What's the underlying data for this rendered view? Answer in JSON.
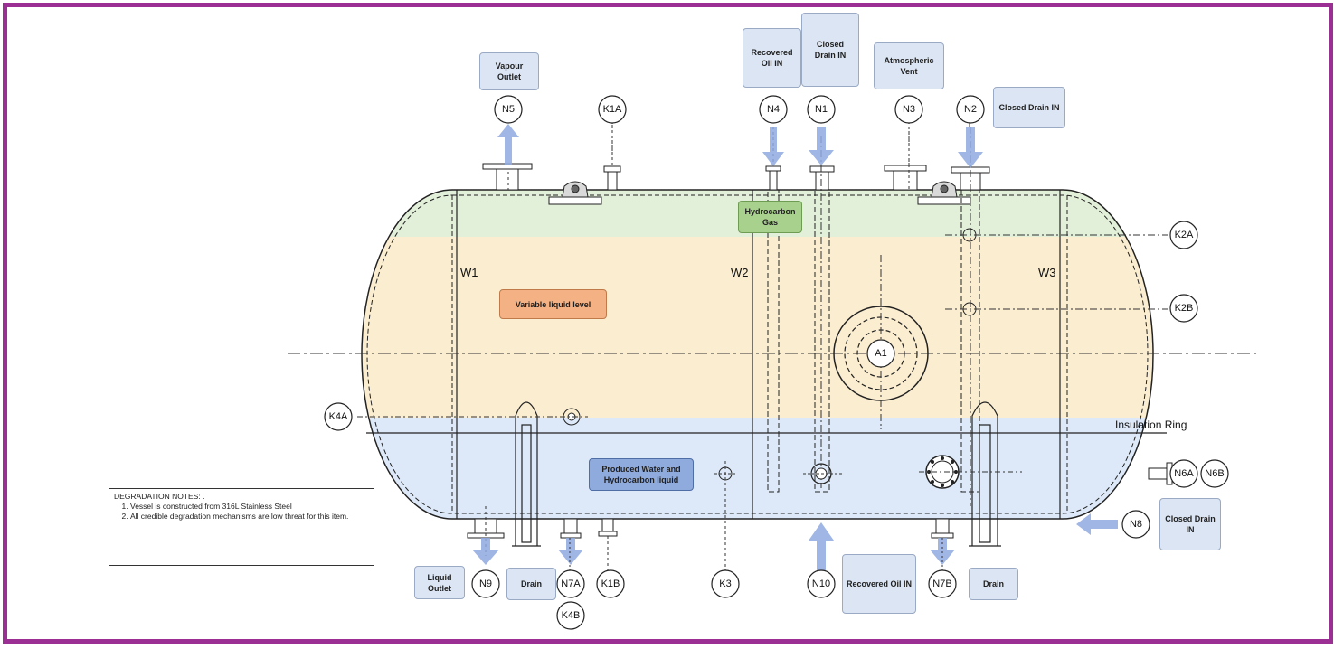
{
  "callouts": {
    "vapour_outlet": "Vapour\nOutlet",
    "recovered_oil_in_top": "Recovered\nOil IN",
    "closed_drain_in_top": "Closed\nDrain IN",
    "atmospheric_vent": "Atmospheric\nVent",
    "closed_drain_in_n2": "Closed Drain IN",
    "closed_drain_in_n8": "Closed Drain\nIN",
    "liquid_outlet": "Liquid\nOutlet",
    "drain_n7a": "Drain",
    "recovered_oil_in_bottom": "Recovered Oil IN",
    "drain_n7b": "Drain"
  },
  "zones": {
    "gas": "Hydrocarbon\nGas",
    "liquid_level": "Variable liquid level",
    "water": "Produced Water and\nHydrocarbon liquid"
  },
  "nozzles": {
    "N5": "N5",
    "K1A": "K1A",
    "N4": "N4",
    "N1": "N1",
    "N3": "N3",
    "N2": "N2",
    "K2A": "K2A",
    "K2B": "K2B",
    "K4A": "K4A",
    "N6A": "N6A",
    "N6B": "N6B",
    "N8": "N8",
    "N9": "N9",
    "N7A": "N7A",
    "K1B": "K1B",
    "K4B": "K4B",
    "K3": "K3",
    "N10": "N10",
    "N7B": "N7B",
    "A1": "A1"
  },
  "welds": {
    "W1": "W1",
    "W2": "W2",
    "W3": "W3"
  },
  "insulation_ring": "Insulation Ring",
  "notes": {
    "title": "DEGRADATION NOTES: .",
    "items": [
      "Vessel is constructed from 316L Stainless Steel",
      "All credible degradation mechanisms are low threat for this item."
    ]
  },
  "colors": {
    "frame": "#9b2f94",
    "gas_zone": "#e2efd9",
    "liquid_zone": "#fbedd0",
    "water_zone": "#dde9f8",
    "arrow": "#8fa9e0",
    "liquid_level_box": "#f4b183",
    "gas_box": "#a9d18e",
    "water_box": "#8faadc"
  }
}
